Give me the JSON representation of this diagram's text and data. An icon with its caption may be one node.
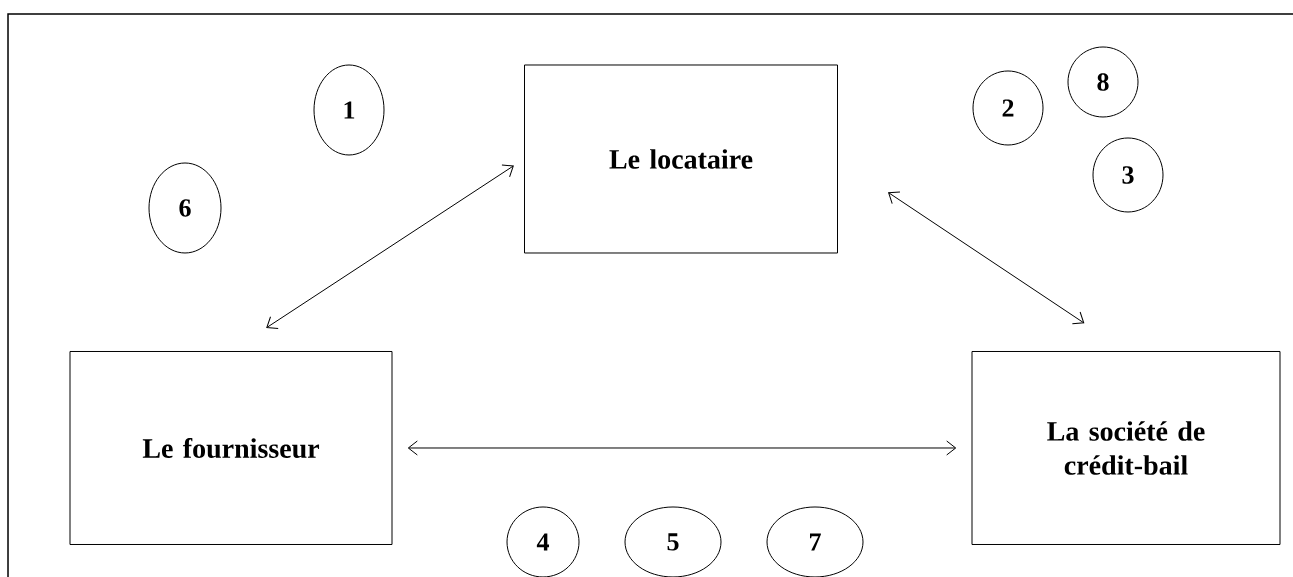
{
  "diagram": {
    "nodes": [
      {
        "text": [
          "Le locataire"
        ]
      },
      {
        "text": [
          "Le fournisseur"
        ]
      },
      {
        "text": [
          "La société de crédit-bail"
        ]
      },
      {
        "text": [
          "8"
        ]
      },
      {
        "text": [
          "1"
        ]
      },
      {
        "text": [
          "2"
        ]
      },
      {
        "text": [
          "3"
        ]
      },
      {
        "text": [
          "6"
        ]
      },
      {
        "text": [
          "4"
        ]
      },
      {
        "text": [
          "5"
        ]
      },
      {
        "text": [
          "7"
        ]
      }
    ],
    "edges": [
      {
        "from": 0,
        "to": 1,
        "arrow": "both"
      },
      {
        "from": 0,
        "to": 2,
        "arrow": "both"
      },
      {
        "from": 1,
        "to": 2,
        "arrow": "both"
      }
    ]
  }
}
